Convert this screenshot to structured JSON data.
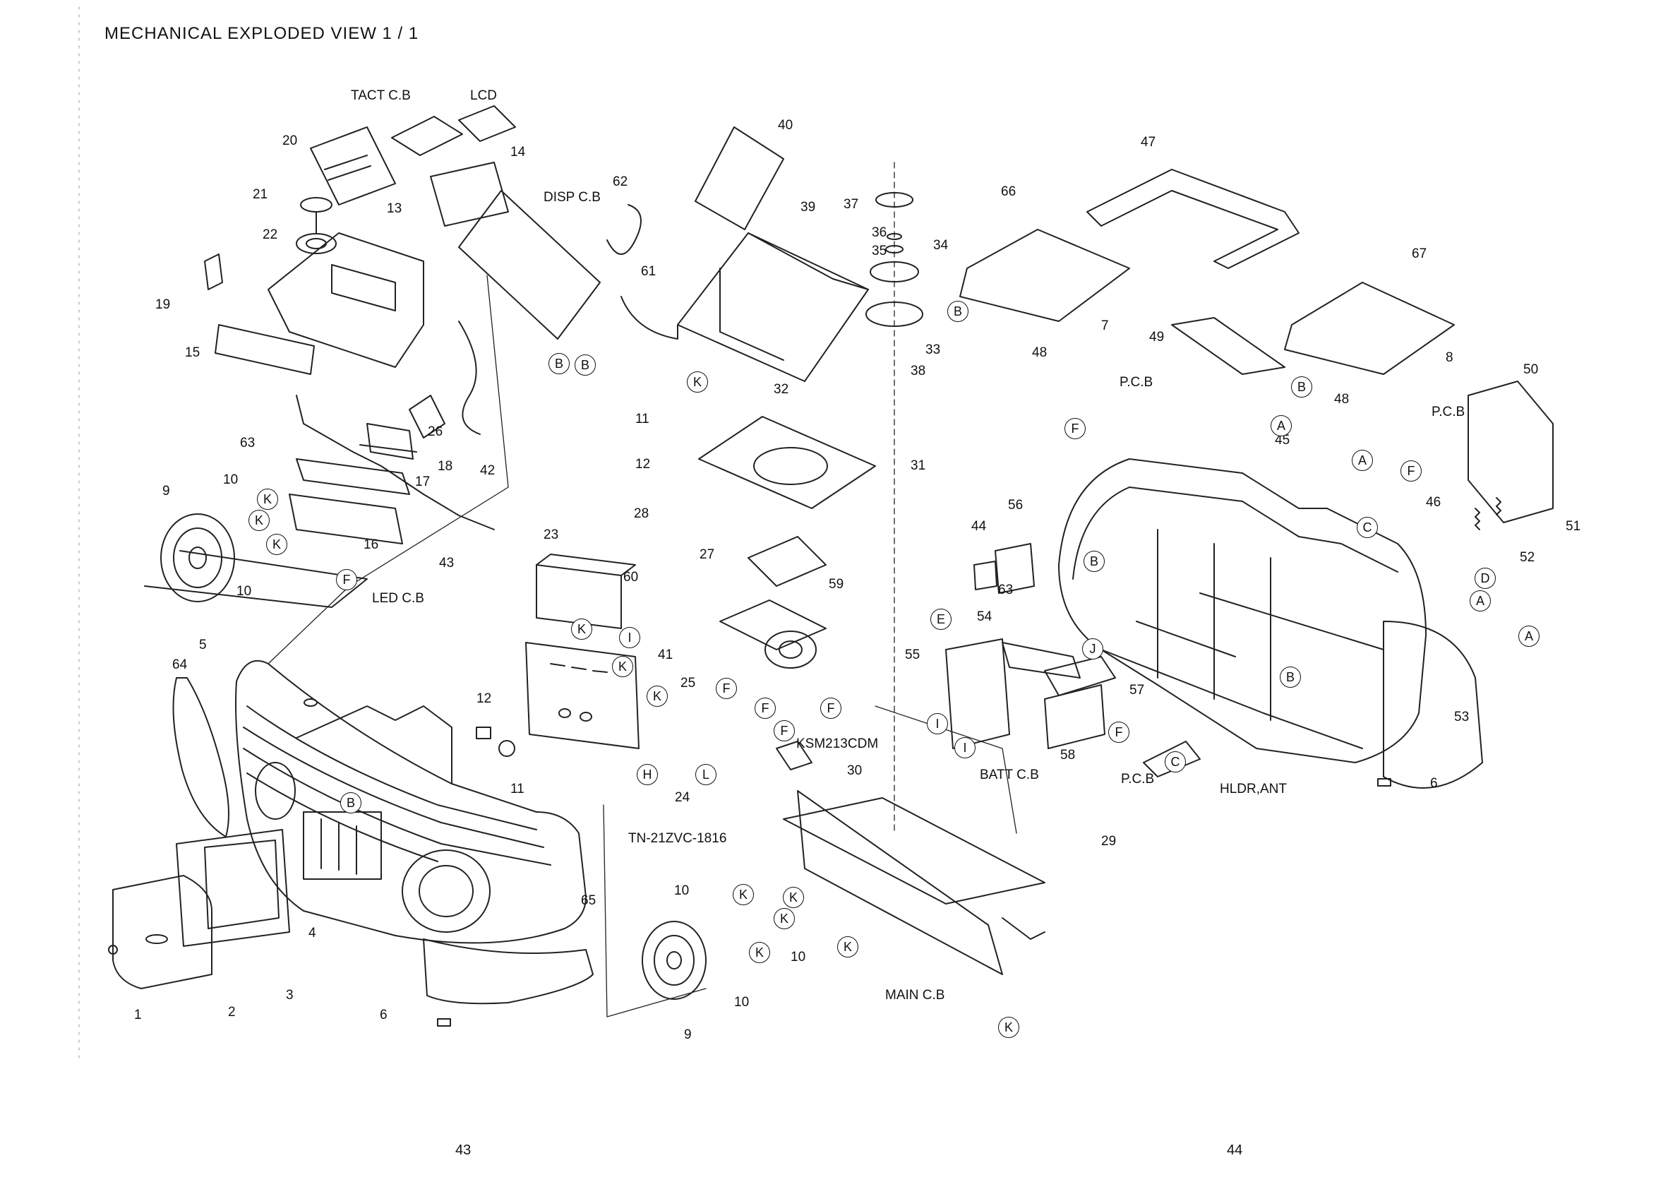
{
  "title": "MECHANICAL  EXPLODED VIEW 1 / 1",
  "pages": {
    "left": "43",
    "right": "44"
  },
  "boards": {
    "tact": "TACT C.B",
    "lcd": "LCD",
    "disp": "DISP C.B",
    "led": "LED C.B",
    "tuner": "TN-21ZVC-1816",
    "cd_mech": "KSM213CDM",
    "main": "MAIN C.B",
    "batt": "BATT C.B",
    "pcb": "P.C.B",
    "hldr_ant": "HLDR,ANT"
  },
  "part_numbers": [
    "1",
    "2",
    "3",
    "4",
    "5",
    "6",
    "7",
    "8",
    "9",
    "10",
    "11",
    "12",
    "13",
    "14",
    "15",
    "16",
    "17",
    "18",
    "19",
    "20",
    "21",
    "22",
    "23",
    "24",
    "25",
    "26",
    "27",
    "28",
    "29",
    "30",
    "31",
    "32",
    "33",
    "34",
    "35",
    "36",
    "37",
    "38",
    "39",
    "40",
    "41",
    "42",
    "43",
    "44",
    "45",
    "46",
    "47",
    "48",
    "49",
    "50",
    "51",
    "52",
    "53",
    "54",
    "55",
    "56",
    "57",
    "58",
    "59",
    "60",
    "61",
    "62",
    "63",
    "64",
    "65",
    "66",
    "67"
  ],
  "reference_letters": [
    "A",
    "B",
    "C",
    "D",
    "E",
    "F",
    "H",
    "I",
    "J",
    "K",
    "L"
  ]
}
